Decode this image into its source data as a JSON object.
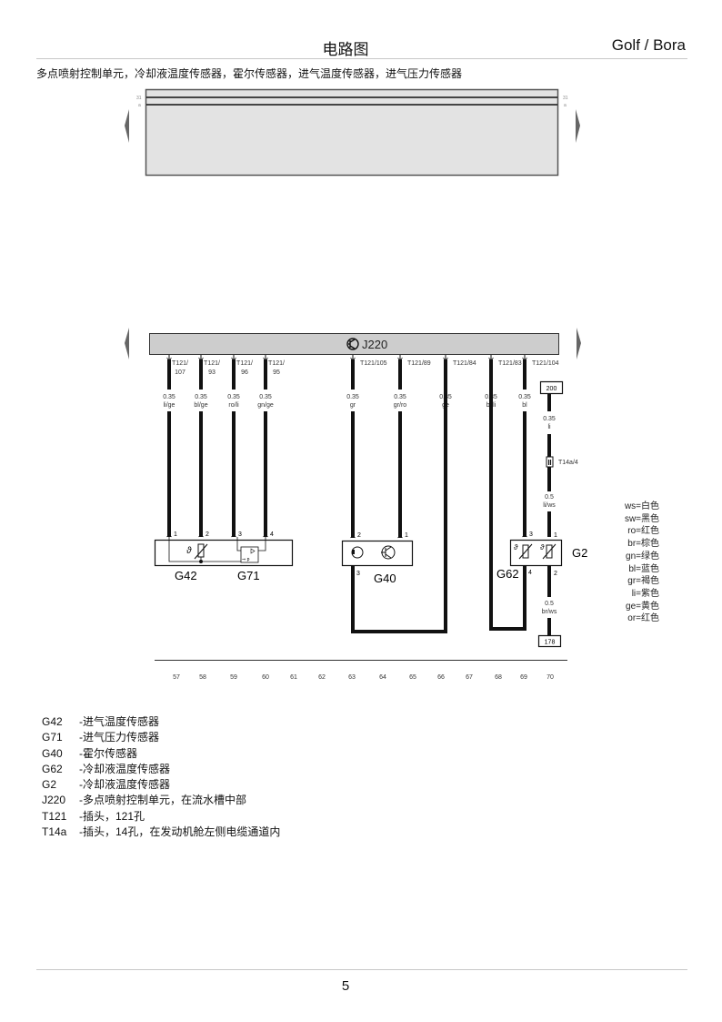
{
  "header": {
    "title": "电路图",
    "brand": "Golf / Bora"
  },
  "subtitle": "多点喷射控制单元，冷却液温度传感器，霍尔传感器，进气温度传感器，进气压力传感器",
  "top_strip": {
    "rail_labels": [
      "31",
      "a"
    ]
  },
  "ecu": {
    "name": "J220",
    "icon": "transistor-icon"
  },
  "wires": [
    {
      "pin": "T121/\n107",
      "gauge": "0.35",
      "color": "li/ge",
      "terminal": "1"
    },
    {
      "pin": "T121/\n93",
      "gauge": "0.35",
      "color": "bl/ge",
      "terminal": "2"
    },
    {
      "pin": "T121/\n96",
      "gauge": "0.35",
      "color": "ro/li",
      "terminal": "3"
    },
    {
      "pin": "T121/\n95",
      "gauge": "0.35",
      "color": "gn/ge",
      "terminal": "4"
    },
    {
      "pin": "T121/105",
      "gauge": "0.35",
      "color": "gr",
      "terminal": "2"
    },
    {
      "pin": "T121/89",
      "gauge": "0.35",
      "color": "gr/ro",
      "terminal": "1"
    },
    {
      "pin": "T121/84",
      "gauge": "0.35",
      "color": "ge",
      "terminal": ""
    },
    {
      "pin": "T121/83",
      "gauge": "0.35",
      "color": "bl/li",
      "terminal": ""
    },
    {
      "pin": "T121/104",
      "gauge": "0.35",
      "color": "bl",
      "terminal": "3"
    }
  ],
  "g2_branch": {
    "top_box": "200",
    "wire1": {
      "gauge": "0.35",
      "color": "li"
    },
    "connector": "T14a/4",
    "wire2": {
      "gauge": "0.5",
      "color": "li/ws"
    },
    "terminal_top": "1",
    "terminal_bottom": "2",
    "wire3": {
      "gauge": "0.5",
      "color": "br/ws"
    },
    "bottom_box": "178"
  },
  "components": {
    "g42": "G42",
    "g71": "G71",
    "g40": "G40",
    "g62": "G62",
    "g2": "G2",
    "g40_terminal_bottom": "3",
    "g62_terminal_bottom": "4"
  },
  "grid_numbers": [
    "57",
    "58",
    "59",
    "60",
    "61",
    "62",
    "63",
    "64",
    "65",
    "66",
    "67",
    "68",
    "69",
    "70"
  ],
  "color_legend": [
    "ws=白色",
    "sw=黑色",
    "ro=红色",
    "br=棕色",
    "gn=绿色",
    "bl=蓝色",
    "gr=褐色",
    "li=紫色",
    "ge=黄色",
    "or=红色"
  ],
  "descriptions": [
    {
      "code": "G42",
      "text": "-进气温度传感器"
    },
    {
      "code": "G71",
      "text": "-进气压力传感器"
    },
    {
      "code": "G40",
      "text": "-霍尔传感器"
    },
    {
      "code": "G62",
      "text": "-冷却液温度传感器"
    },
    {
      "code": "G2",
      "text": "-冷却液温度传感器"
    },
    {
      "code": "J220",
      "text": "-多点喷射控制单元，在流水槽中部"
    },
    {
      "code": "T121",
      "text": "-插头，121孔"
    },
    {
      "code": "T14a",
      "text": "-插头，14孔，在发动机舱左侧电缆通道内"
    }
  ],
  "page_number": "5"
}
